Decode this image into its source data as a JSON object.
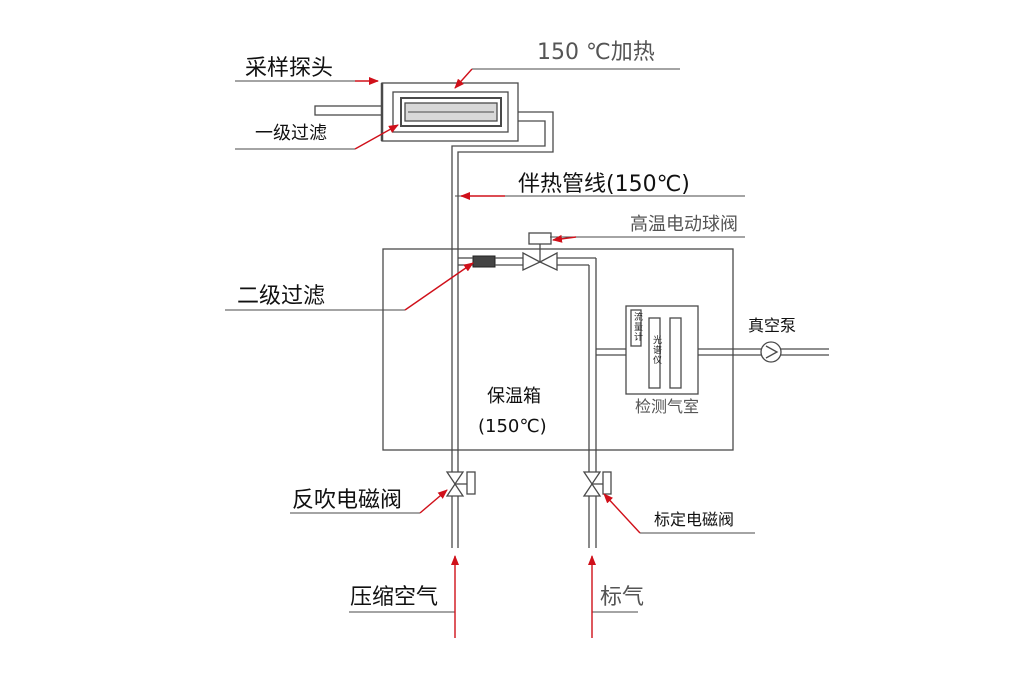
{
  "labels": {
    "sampling_probe": "采样探头",
    "primary_filter": "一级过滤",
    "heating_150": "150 ℃加热",
    "heat_trace_line": "伴热管线(150℃)",
    "ht_ball_valve": "高温电动球阀",
    "secondary_filter": "二级过滤",
    "insulated_box_line1": "保温箱",
    "insulated_box_line2": "(150℃)",
    "detection_chamber": "检测气室",
    "flow_meter": "流量计",
    "instrument": "光谱仪",
    "vacuum_pump": "真空泵",
    "backflush_solenoid": "反吹电磁阀",
    "calibration_solenoid": "标定电磁阀",
    "compressed_air": "压缩空气",
    "standard_gas": "标气"
  },
  "colors": {
    "line": "#4a4a4a",
    "arrow": "#d0101a",
    "text": "#111111"
  }
}
